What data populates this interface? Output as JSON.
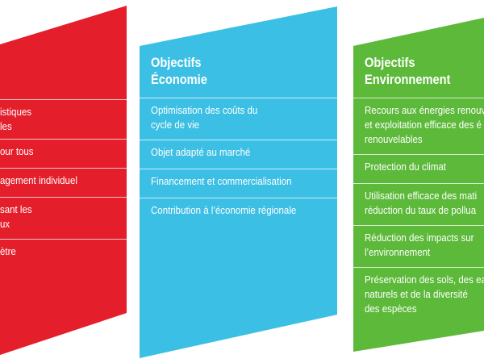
{
  "colors": {
    "social": "#e41e2b",
    "economie": "#3cbfe4",
    "environnement": "#5cb93a"
  },
  "columns": {
    "social": {
      "items": [
        "istiques\nles",
        "our tous",
        "agement individuel",
        "sant les\nux",
        "ètre"
      ]
    },
    "economie": {
      "title_line1": "Objectifs",
      "title_line2": "Économie",
      "items": [
        "Optimisation des coûts du\ncycle de vie",
        "Objet adapté au marché",
        "Financement et commercialisation",
        "Contribution à l’économie régionale"
      ]
    },
    "environnement": {
      "title_line1": "Objectifs",
      "title_line2": "Environnement",
      "items": [
        "Recours aux énergies renouv\net exploitation efficace des é\nrenouvelables",
        "Protection du climat",
        "Utilisation efficace des mati\nréduction du taux de pollua",
        "Réduction des impacts sur\nl’environnement",
        "Préservation des sols, des ea\nnaturels et de la diversité\ndes espèces"
      ]
    }
  }
}
